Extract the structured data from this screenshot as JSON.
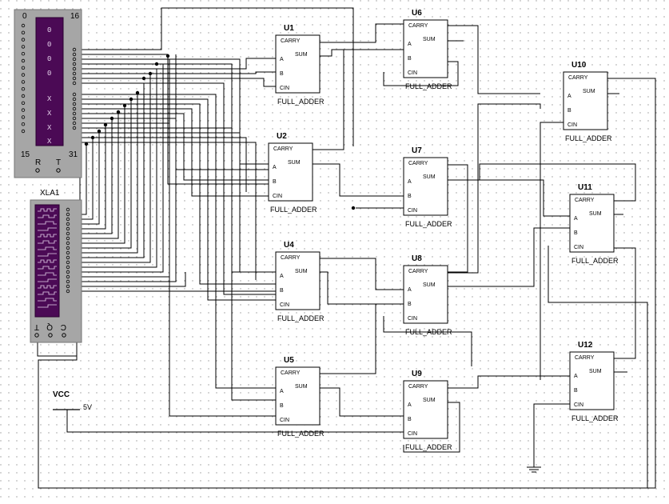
{
  "word_generator": {
    "range_left_top": "0",
    "range_right_top": "16",
    "range_left_bottom": "15",
    "range_right_bottom": "31",
    "display_top": [
      "0",
      "0",
      "0",
      "0"
    ],
    "display_bottom": [
      "X",
      "X",
      "X",
      "X"
    ],
    "r_label": "R",
    "t_label": "T"
  },
  "logic_analyzer": {
    "name": "XLA1",
    "bottom_labels": [
      "T",
      "Q",
      "C"
    ]
  },
  "adders": {
    "type_label": "FULL_ADDER",
    "pin_carry": "CARRY",
    "pin_sum": "SUM",
    "pin_a": "A",
    "pin_b": "B",
    "pin_cin": "CIN",
    "names": {
      "u1": "U1",
      "u2": "U2",
      "u4": "U4",
      "u5": "U5",
      "u6": "U6",
      "u7": "U7",
      "u8": "U8",
      "u9": "U9",
      "u10": "U10",
      "u11": "U11",
      "u12": "U12"
    }
  },
  "source": {
    "name": "VCC",
    "value": "5V"
  }
}
